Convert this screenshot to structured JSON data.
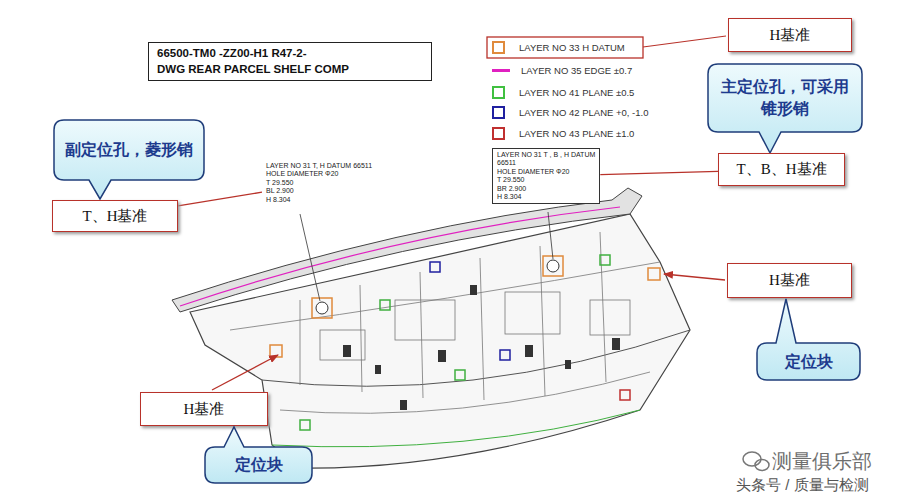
{
  "diagram": {
    "nodes": [
      {
        "text": [
          "66500-TM0 -ZZ00-H1 R47-2-",
          "DWG REAR PARCEL SHELF COMP"
        ]
      },
      {
        "text": [
          "H基准"
        ]
      },
      {
        "text": [
          "主定位孔，可采用锥形销"
        ]
      },
      {
        "text": [
          "副定位孔，菱形销"
        ]
      },
      {
        "text": [
          "LAYER NO 31 T , B , H DATUM",
          "66511",
          "HOLE DIAMETER Φ20",
          "T 29.550",
          "BR 2.900",
          "H 8.304"
        ]
      },
      {
        "text": [
          "T、B、H基准"
        ]
      },
      {
        "text": [
          "LAYER NO 31 T, H DATUM 66511",
          "HOLE DIAMETER Φ20",
          "T 29.550",
          "BL 2.900",
          "H 8.304"
        ]
      },
      {
        "text": [
          "T、H基准"
        ]
      },
      {
        "text": [
          "H基准"
        ]
      },
      {
        "text": [
          "定位块"
        ]
      },
      {
        "text": [
          "H基准"
        ]
      },
      {
        "text": [
          "定位块"
        ]
      }
    ],
    "edges": [
      {
        "from": 5,
        "to": 4,
        "arrow": "none"
      },
      {
        "from": 7,
        "to": 6,
        "arrow": "none"
      }
    ],
    "labels": [
      "测量俱乐部",
      "头条号 / 质量与检测"
    ],
    "legend": [
      {
        "text": "LAYER NO 33 H DATUM",
        "color": "#e08a3c"
      },
      {
        "text": "LAYER NO 35 EDGE ±0.7",
        "color": "#e020c0"
      },
      {
        "text": "LAYER NO 41 PLANE ±0.5",
        "color": "#40c040"
      },
      {
        "text": "LAYER NO 42 PLANE +0, -1.0",
        "color": "#2020a0"
      },
      {
        "text": "LAYER NO 43 PLANE ±1.0",
        "color": "#c03030"
      }
    ]
  }
}
